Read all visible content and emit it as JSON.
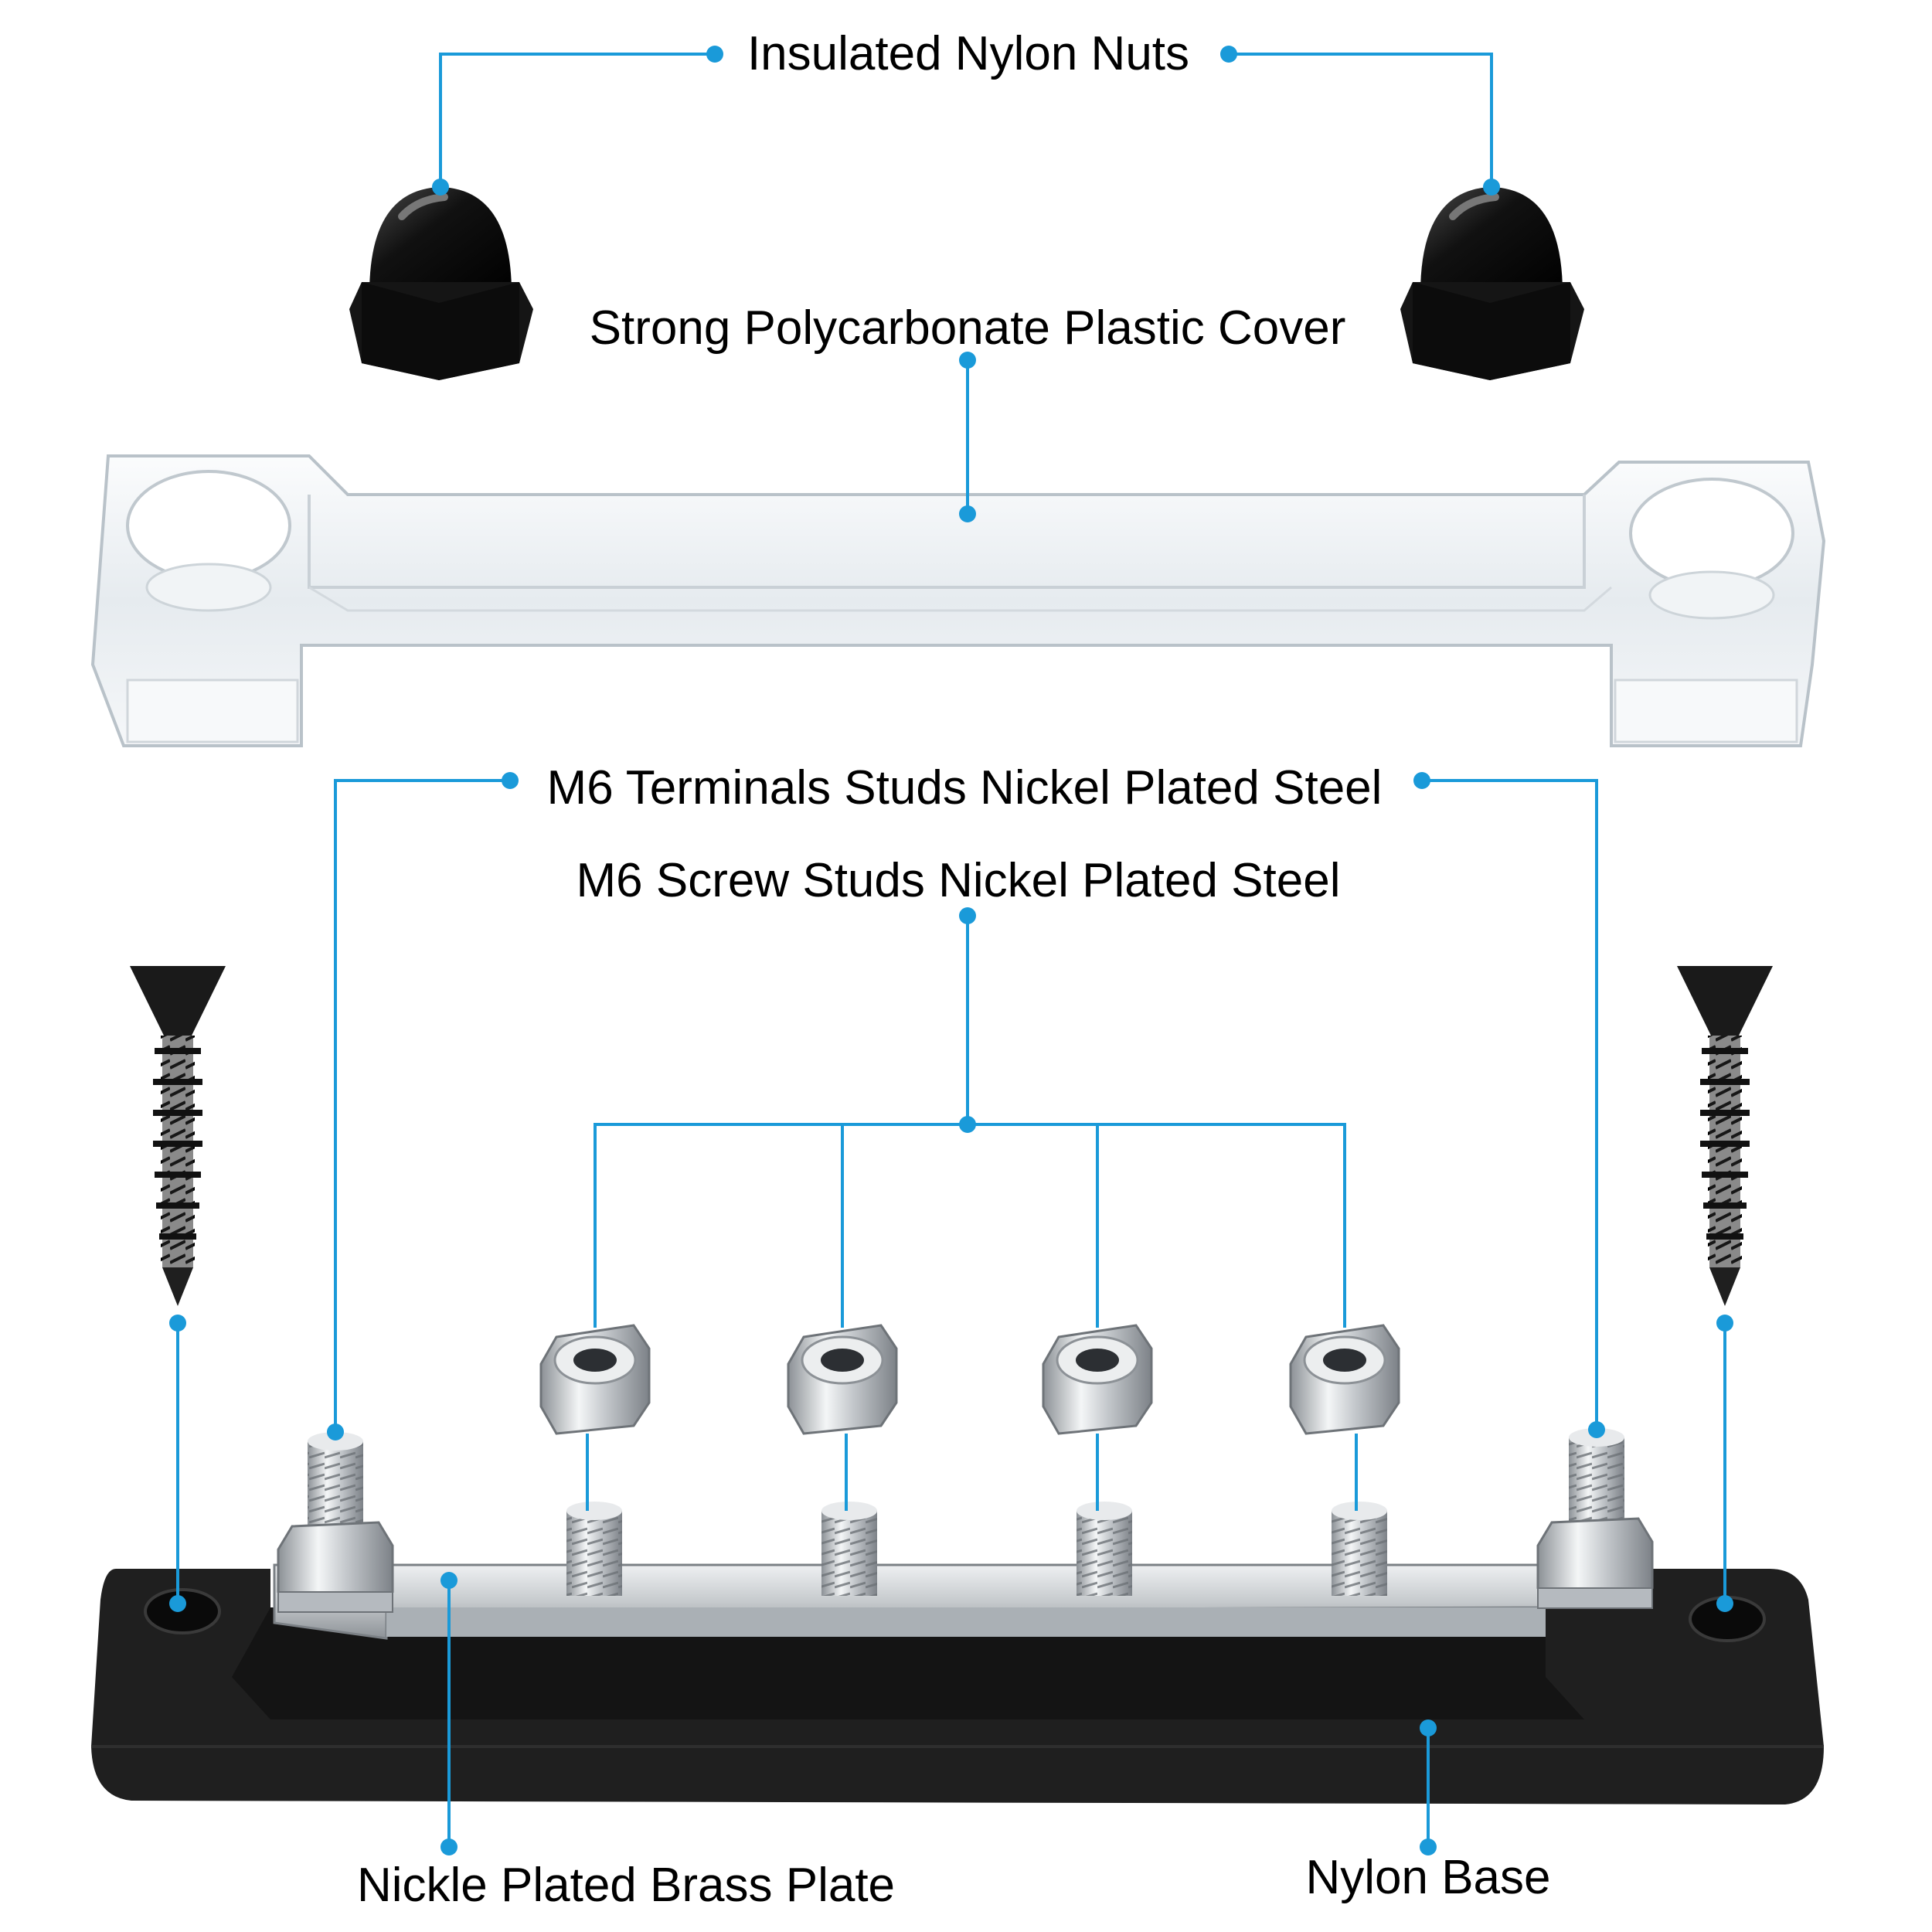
{
  "labels": {
    "nylon_nuts": "Insulated Nylon Nuts",
    "cover": "Strong Polycarbonate Plastic Cover",
    "terminal_studs": "M6 Terminals Studs Nickel Plated Steel",
    "screw_studs": "M6 Screw Studs Nickel Plated Steel",
    "brass_plate": "Nickle Plated Brass Plate",
    "nylon_base": "Nylon Base"
  },
  "colors": {
    "callout": "#1a9ad9",
    "text": "#000000",
    "base": "#1e1e1e",
    "cover": "#eef2f5",
    "steel": "#c9cdd1",
    "screw": "#2a2a2a"
  },
  "icons": {
    "nylon_nut": "acorn-nut-icon",
    "cover": "plastic-cover-icon",
    "screw": "wood-screw-icon",
    "hex_nut": "hex-nut-icon",
    "stud": "threaded-stud-icon",
    "base": "busbar-base-icon"
  }
}
